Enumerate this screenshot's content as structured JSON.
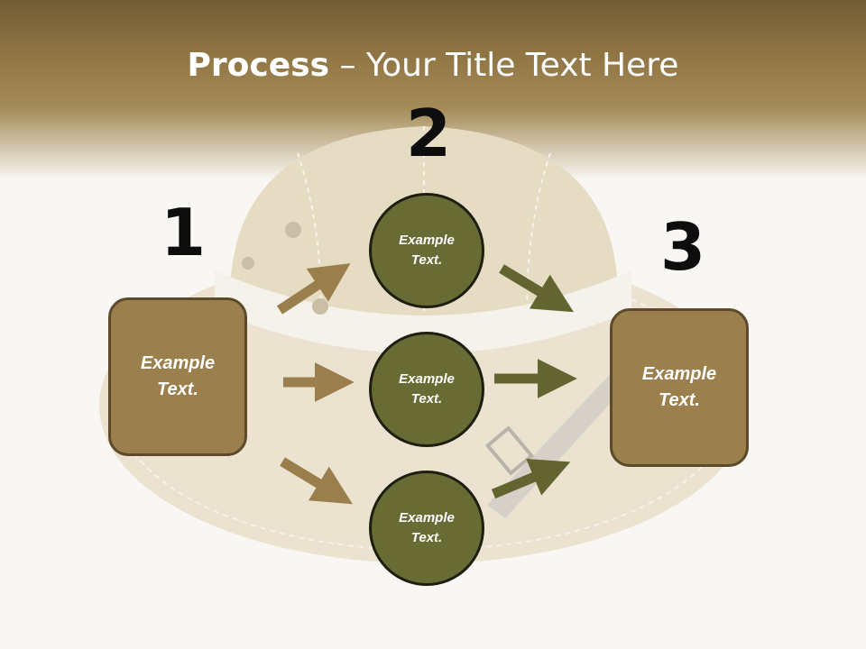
{
  "title": {
    "bold": "Process",
    "rest": " – Your Title Text Here"
  },
  "steps": [
    {
      "number": "1"
    },
    {
      "number": "2"
    },
    {
      "number": "3"
    }
  ],
  "left_box": {
    "label": "Example\nText."
  },
  "right_box": {
    "label": "Example\nText."
  },
  "circles": [
    {
      "label": "Example\nText."
    },
    {
      "label": "Example\nText."
    },
    {
      "label": "Example\nText."
    }
  ],
  "colors": {
    "header": "#8f7443",
    "box_fill": "#9b7f4c",
    "circle_fill": "#686b34",
    "arrow_tan": "#9a7e4b",
    "arrow_olive": "#636530"
  }
}
